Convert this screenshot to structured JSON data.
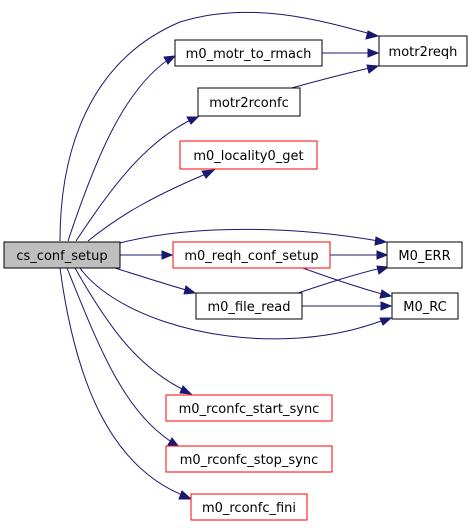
{
  "colors": {
    "edge": "#191970",
    "root_fill": "#bfbfbf",
    "node_fill": "#ffffff",
    "border_documented": "#000000",
    "border_undocumented": "#ff0000"
  },
  "nodes": {
    "cs_conf_setup": "cs_conf_setup",
    "m0_motr_to_rmach": "m0_motr_to_rmach",
    "motr2reqh": "motr2reqh",
    "motr2rconfc": "motr2rconfc",
    "m0_locality0_get": "m0_locality0_get",
    "m0_reqh_conf_setup": "m0_reqh_conf_setup",
    "m0_err": "M0_ERR",
    "m0_file_read": "m0_file_read",
    "m0_rc": "M0_RC",
    "m0_rconfc_start_sync": "m0_rconfc_start_sync",
    "m0_rconfc_stop_sync": "m0_rconfc_stop_sync",
    "m0_rconfc_fini": "m0_rconfc_fini"
  }
}
